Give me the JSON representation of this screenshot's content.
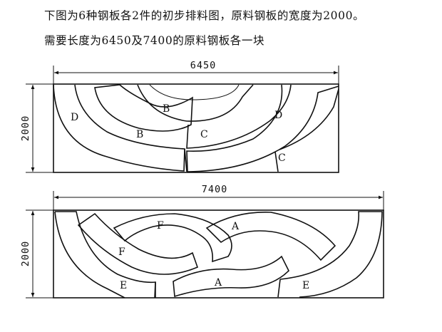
{
  "caption": {
    "line1": "下图为6种钢板各2件的初步排料图，原料钢板的宽度为2000。",
    "line2": "需要长度为6450及7400的原料钢板各一块"
  },
  "panel_top": {
    "length_label": "6450",
    "width_label": "2000",
    "part_labels": [
      "D",
      "B",
      "B",
      "C",
      "D",
      "C"
    ]
  },
  "panel_bottom": {
    "length_label": "7400",
    "width_label": "2000",
    "part_labels": [
      "F",
      "A",
      "F",
      "A",
      "E",
      "E"
    ]
  }
}
